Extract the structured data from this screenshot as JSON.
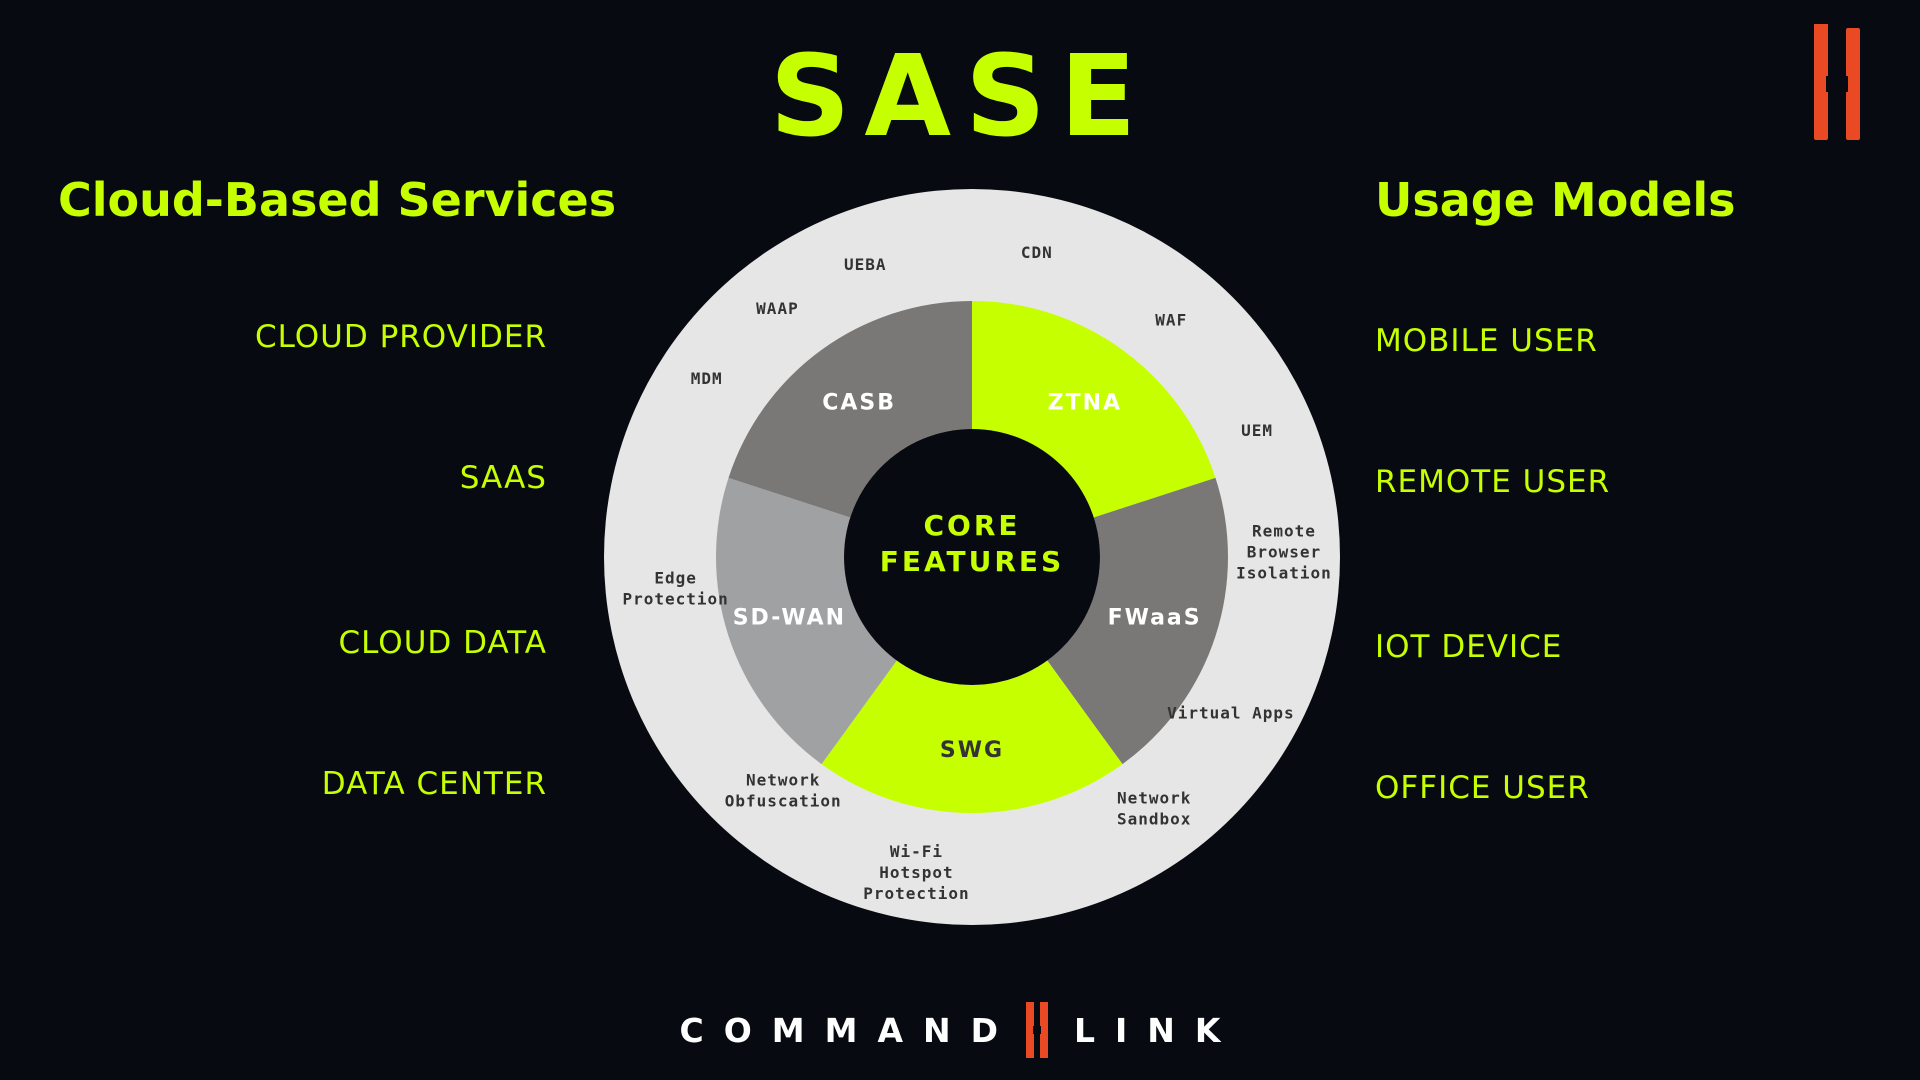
{
  "title": "SASE",
  "colors": {
    "accent": "#c6ff00",
    "brand": "#e94a24",
    "background": "#070a10",
    "outer_ring": "#e6e6e6",
    "segment_dark": "#797876",
    "segment_light": "#a0a1a3"
  },
  "left_panel": {
    "heading": "Cloud-Based Services",
    "items": [
      "CLOUD PROVIDER",
      "SAAS",
      "CLOUD DATA",
      "DATA CENTER"
    ]
  },
  "right_panel": {
    "heading": "Usage Models",
    "items": [
      "MOBILE USER",
      "REMOTE USER",
      "IOT DEVICE",
      "OFFICE USER"
    ]
  },
  "diagram": {
    "center_label": [
      "CORE",
      "FEATURES"
    ],
    "core_segments": [
      {
        "label": "ZTNA",
        "color": "#c6ff00",
        "text_color": "#ffffff"
      },
      {
        "label": "FWaaS",
        "color": "#797876",
        "text_color": "#ffffff"
      },
      {
        "label": "SWG",
        "color": "#c6ff00",
        "text_color": "#333333"
      },
      {
        "label": "SD-WAN",
        "color": "#a0a1a3",
        "text_color": "#ffffff"
      },
      {
        "label": "CASB",
        "color": "#797876",
        "text_color": "#ffffff"
      }
    ],
    "outer_features": [
      [
        "UEBA"
      ],
      [
        "CDN"
      ],
      [
        "WAF"
      ],
      [
        "UEM"
      ],
      [
        "Remote",
        "Browser",
        "Isolation"
      ],
      [
        "Virtual Apps"
      ],
      [
        "Network",
        "Sandbox"
      ],
      [
        "Wi-Fi",
        "Hotspot",
        "Protection"
      ],
      [
        "Network",
        "Obfuscation"
      ],
      [
        "Edge",
        "Protection"
      ],
      [
        "MDM"
      ],
      [
        "WAAP"
      ]
    ]
  },
  "footer": {
    "left_word": "COMMAND",
    "right_word": "LINK"
  }
}
